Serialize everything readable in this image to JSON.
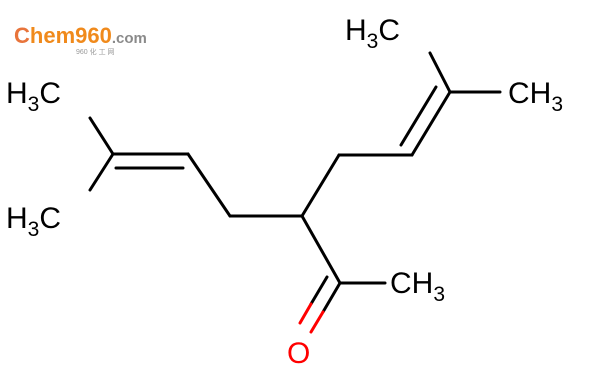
{
  "logo": {
    "letter": "C",
    "text": "hem960",
    "suffix": ".com",
    "tagline": "960 化 工 网",
    "colors": {
      "c": "#e8743b",
      "text": "#f08a1c",
      "suffix": "#8a8a8a"
    }
  },
  "molecule": {
    "atom_colors": {
      "carbon": "#000000",
      "oxygen": "#ff0000"
    },
    "labels": {
      "h3c_top_left": {
        "base": "H",
        "sub": "3",
        "tail": "C"
      },
      "h3c_bottom_left": {
        "base": "H",
        "sub": "3",
        "tail": "C"
      },
      "h3c_top_right": {
        "base": "H",
        "sub": "3",
        "tail": "C"
      },
      "ch3_right": {
        "base": "CH",
        "sub": "3"
      },
      "ch3_acetyl": {
        "base": "CH",
        "sub": "3"
      },
      "oxygen": "O"
    }
  }
}
